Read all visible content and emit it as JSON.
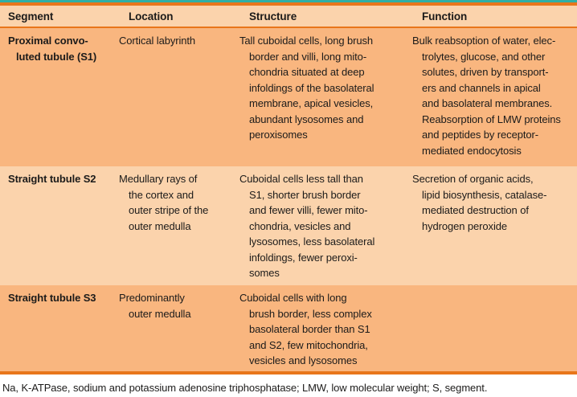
{
  "table": {
    "headers": [
      "Segment",
      "Location",
      "Structure",
      "Function"
    ],
    "rows": [
      {
        "segment": "Proximal convo-\nluted tubule (S1)",
        "location": "Cortical labyrinth",
        "structure": "Tall cuboidal cells, long brush\nborder and villi, long mito-\nchondria situated at deep\ninfoldings of the basolateral\nmembrane, apical vesicles,\nabundant lysosomes and\nperoxisomes",
        "function": "Bulk reabsoption of water, elec-\ntrolytes, glucose, and other\nsolutes, driven by transport-\ners and channels in apical\nand basolateral membranes.\nReabsorption of LMW proteins\nand peptides by receptor-\nmediated endocytosis"
      },
      {
        "segment": "Straight tubule S2",
        "location": "Medullary rays of\nthe cortex and\nouter stripe of the\nouter medulla",
        "structure": "Cuboidal cells less tall than\nS1, shorter brush border\nand fewer villi, fewer mito-\nchondria, vesicles and\nlysosomes, less basolateral\ninfoldings, fewer peroxi-\nsomes",
        "function": "Secretion of organic acids,\nlipid biosynthesis, catalase-\nmediated destruction of\nhydrogen peroxide"
      },
      {
        "segment": "Straight tubule S3",
        "location": "Predominantly\nouter medulla",
        "structure": "Cuboidal cells with long\nbrush border, less complex\nbasolateral border than S1\nand S2, few mitochondria,\nvesicles and lysosomes",
        "function": ""
      }
    ],
    "footnote": "Na, K-ATPase, sodium and potassium adenosine triphosphatase; LMW, low molecular weight; S, segment."
  },
  "colors": {
    "teal": "#2fafa5",
    "border_orange": "#e8761b",
    "row_light": "#fbd3ac",
    "row_medium": "#f9b67f",
    "text_dark": "#1c1b1a",
    "page_bg": "#ffffff"
  }
}
